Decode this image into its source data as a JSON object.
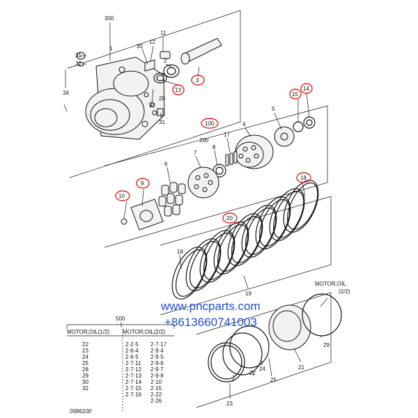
{
  "callouts": {
    "c300": "300",
    "c1": "1",
    "c11": "11",
    "c12": "12",
    "c30": "30",
    "c31a": "31",
    "c32a": "32",
    "c2": "2",
    "c13": "13",
    "c3": "3",
    "c34": "34",
    "c28": "28",
    "c32b": "32",
    "c31b": "31",
    "c15": "15",
    "c14": "14",
    "c5": "5",
    "c100": "100",
    "c4": "4",
    "c17": "17",
    "c200": "200",
    "c8": "8",
    "c7": "7",
    "c6": "6",
    "c9": "9",
    "c10": "10",
    "c18a": "18",
    "c20": "20",
    "c18b": "18",
    "c19": "19",
    "c21": "21",
    "c22": "22",
    "c23": "23",
    "c24": "24",
    "c25": "25",
    "c29": "29",
    "c500": "500"
  },
  "highlighted": [
    "13",
    "3",
    "15",
    "14",
    "100",
    "9",
    "10",
    "18",
    "20"
  ],
  "motor_oil_label": {
    "line1": "MOTOR;OIL",
    "line2": "(2/2)"
  },
  "table": {
    "header_left": "MOTOR;OIL(1/2)",
    "header_right": "MOTOR;OIL(2/2)",
    "left_items": [
      "22",
      "23",
      "24",
      "25",
      "28",
      "29",
      "30",
      "32"
    ],
    "mid_items": [
      "2·2·5",
      "2·6·4",
      "2·6·5",
      "2·7·11",
      "2·7·12",
      "2·7·13",
      "2·7·14",
      "2·7·15",
      "2·7·16"
    ],
    "right_items": [
      "2·7·17",
      "2·9·4",
      "2·9·5",
      "2·9·6",
      "2·9·7",
      "2·9·8",
      "2·10",
      "2·15",
      "2·22",
      "2·26"
    ]
  },
  "watermark": {
    "url": "www.pncparts.com",
    "phone": "+8613660741003"
  },
  "drawing_code": "0986100"
}
